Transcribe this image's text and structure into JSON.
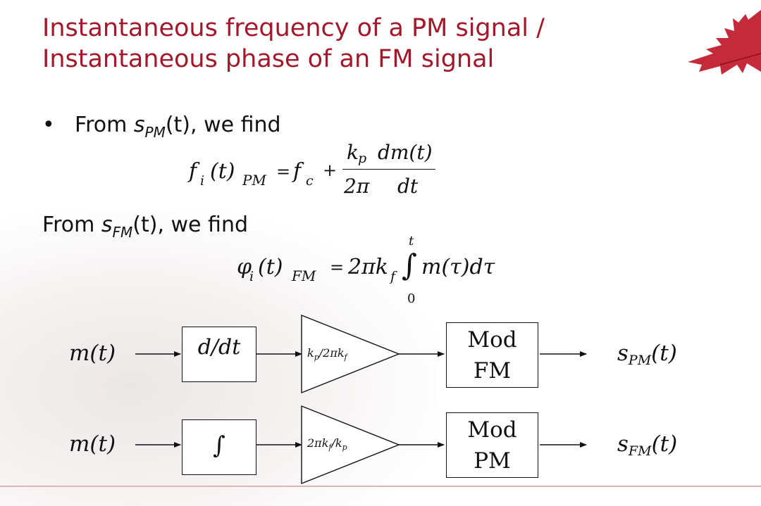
{
  "title": {
    "line1": "Instantaneous frequency of a PM signal /",
    "line2": "Instantaneous phase of an FM signal"
  },
  "bullet": {
    "marker": "•",
    "prefix": "From ",
    "symbol": "s",
    "subscript": "PM",
    "suffix": "(t), we find"
  },
  "from_fm": {
    "prefix": "From ",
    "symbol": "s",
    "subscript": "FM",
    "suffix": "(t), we find"
  },
  "eq_pm": {
    "lhs": "f",
    "lhs_sub": "i",
    "lhs_arg": "(t)",
    "lhs_sub2": "PM",
    "equals": "=",
    "fc": "f",
    "fc_sub": "c",
    "plus": "+",
    "num_k": "k",
    "num_k_sub": "p",
    "num_dm": "dm(t)",
    "den_2pi": "2π",
    "den_dt": "dt"
  },
  "eq_fm": {
    "lhs": "φ",
    "lhs_sub": "i",
    "lhs_arg": "(t)",
    "lhs_sub2": "FM",
    "equals": "=",
    "coef": "2πk",
    "coef_sub": "f",
    "integral": "∫",
    "upper": "t",
    "lower": "0",
    "integrand": "m(τ)dτ"
  },
  "diagram": {
    "row1": {
      "input": "m(t)",
      "block1": "d/dt",
      "gain": "k",
      "gain_sub1": "p",
      "gain_mid": "/2πk",
      "gain_sub2": "f",
      "mod_line1": "Mod",
      "mod_line2": "FM",
      "output": "s",
      "output_sub": "PM",
      "output_arg": "(t)"
    },
    "row2": {
      "input": "m(t)",
      "block1": "∫",
      "gain": "2πk",
      "gain_sub1": "f",
      "gain_mid": "/k",
      "gain_sub2": "p",
      "mod_line1": "Mod",
      "mod_line2": "PM",
      "output": "s",
      "output_sub": "FM",
      "output_arg": "(t)"
    }
  },
  "colors": {
    "title": "#a3182b",
    "leaf": "#c0182a",
    "text": "#111111"
  }
}
